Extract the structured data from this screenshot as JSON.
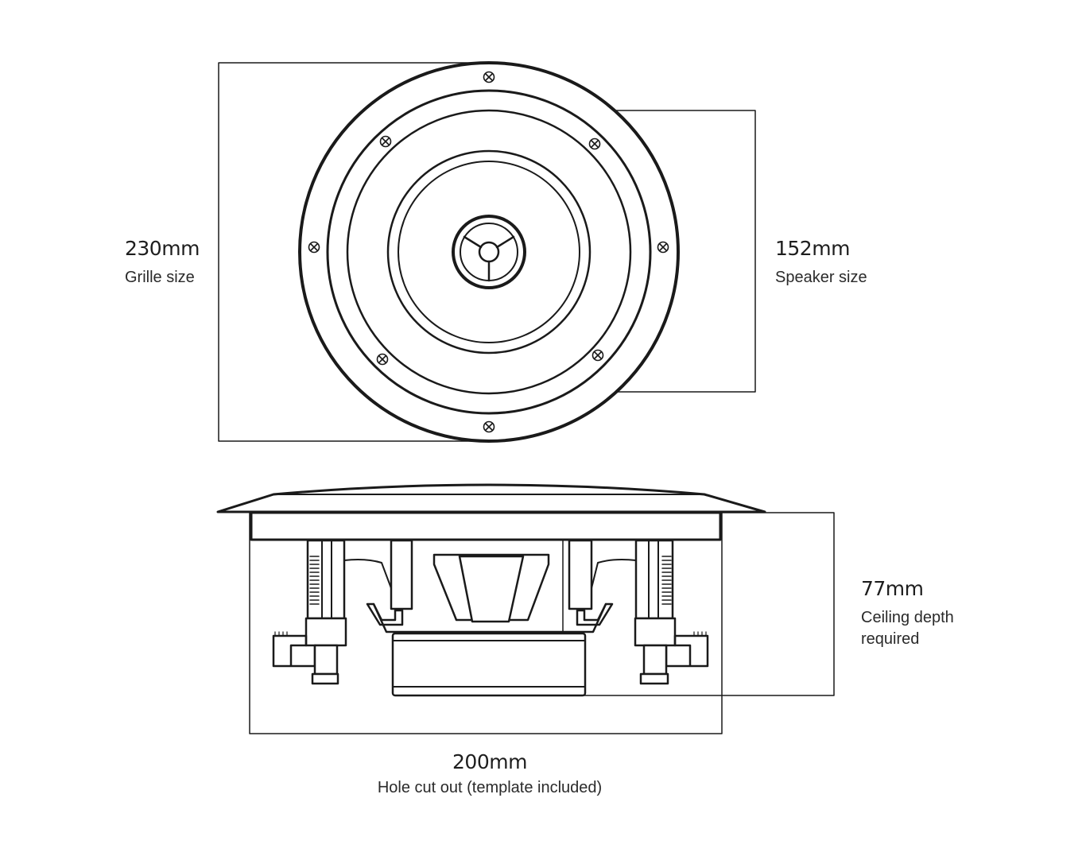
{
  "colors": {
    "line": "#1a1a1a",
    "dim_line": "#2b2b2b",
    "text": "#222222"
  },
  "dimensions": {
    "grille": {
      "value": "230mm",
      "caption": "Grille size"
    },
    "speaker": {
      "value": "152mm",
      "caption": "Speaker size"
    },
    "depth": {
      "value": "77mm",
      "caption_line1": "Ceiling depth",
      "caption_line2": "required"
    },
    "hole": {
      "value": "200mm",
      "caption": "Hole cut out (template included)"
    }
  }
}
